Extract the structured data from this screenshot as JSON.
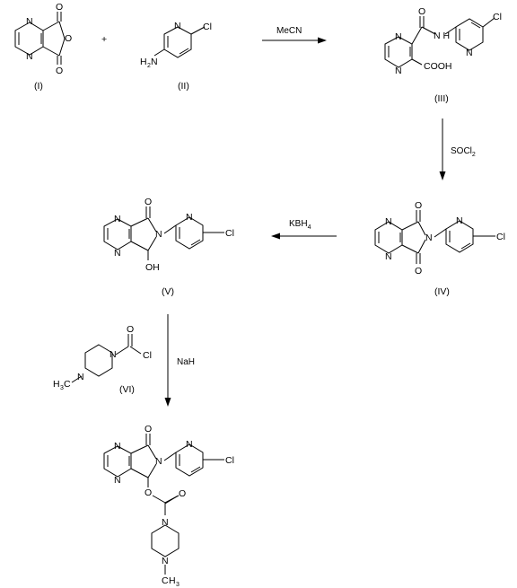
{
  "compounds": {
    "I": {
      "label": "(I)"
    },
    "II": {
      "label": "(II)"
    },
    "III": {
      "label": "(III)"
    },
    "IV": {
      "label": "(IV)"
    },
    "V": {
      "label": "(V)"
    },
    "VI": {
      "label": "(VI)"
    }
  },
  "plus": "+",
  "reagents": {
    "r1": "MeCN",
    "r2_main": "SOCl",
    "r2_sub": "2",
    "r3_main": "KBH",
    "r3_sub": "4",
    "r4": "NaH"
  },
  "atoms": {
    "N": "N",
    "O": "O",
    "Cl": "Cl",
    "H": "H",
    "two": "2",
    "three": "3",
    "cooh": "COOH",
    "nh": "N H",
    "oh": "OH",
    "ch3_c": "C",
    "ch3_h": "H"
  }
}
